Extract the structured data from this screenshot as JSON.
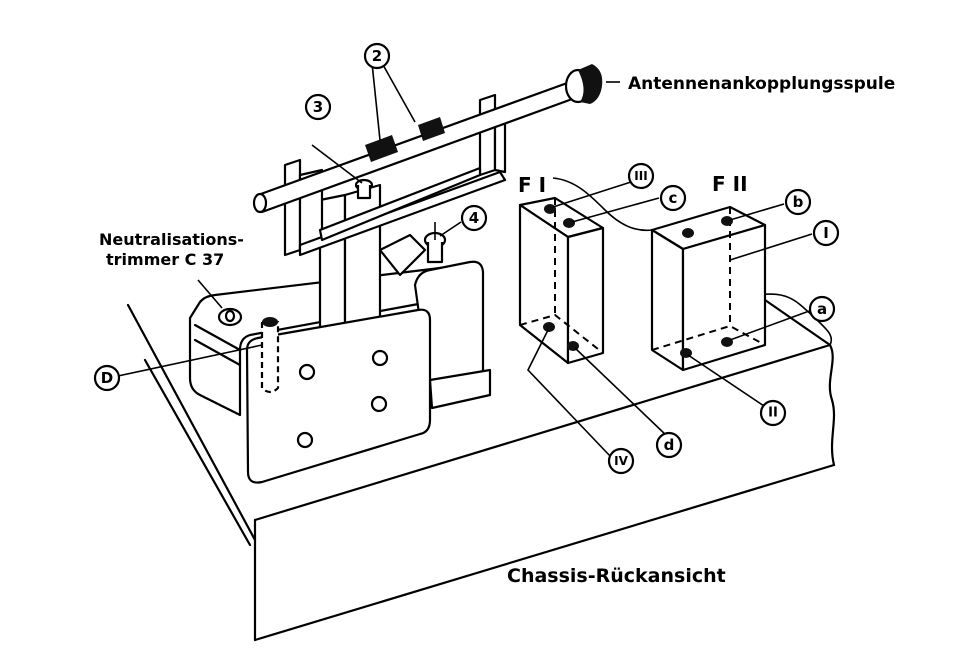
{
  "diagram": {
    "title": "Chassis-Rückansicht",
    "labels": {
      "antenna_coil": "Antennenankopplungsspule",
      "trimmer_line1": "Neutralisations-",
      "trimmer_line2": "trimmer C 37",
      "filter1": "F I",
      "filter2": "F II"
    },
    "callouts": [
      {
        "id": "2",
        "text": "2"
      },
      {
        "id": "3",
        "text": "3"
      },
      {
        "id": "4",
        "text": "4"
      },
      {
        "id": "D",
        "text": "D"
      },
      {
        "id": "III",
        "text": "III"
      },
      {
        "id": "c",
        "text": "c"
      },
      {
        "id": "b",
        "text": "b"
      },
      {
        "id": "I",
        "text": "I"
      },
      {
        "id": "a",
        "text": "a"
      },
      {
        "id": "II",
        "text": "II"
      },
      {
        "id": "d",
        "text": "d"
      },
      {
        "id": "IV",
        "text": "IV"
      }
    ]
  }
}
